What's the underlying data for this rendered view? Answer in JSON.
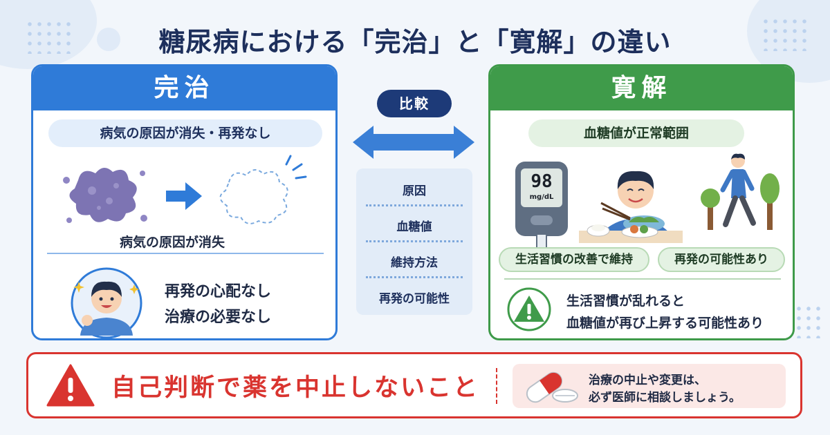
{
  "title": "糖尿病における「完治」と「寛解」の違い",
  "left_panel": {
    "heading": "完治",
    "subtitle": "病気の原因が消失・再発なし",
    "caption": "病気の原因が消失",
    "status_lines": [
      "再発の心配なし",
      "治療の必要なし"
    ],
    "accent_color": "#2f7bd8"
  },
  "compare": {
    "badge": "比較",
    "items": [
      "原因",
      "血糖値",
      "維持方法",
      "再発の可能性"
    ]
  },
  "right_panel": {
    "heading": "寛解",
    "subtitle": "血糖値が正常範囲",
    "glucose_meter": {
      "value": "98",
      "unit": "mg/dL"
    },
    "tags": [
      "生活習慣の改善で維持",
      "再発の可能性あり"
    ],
    "warning_lines": [
      "生活習慣が乱れると",
      "血糖値が再び上昇する可能性あり"
    ],
    "accent_color": "#3f9b4a"
  },
  "bottom_warning": {
    "main": "自己判断で薬を中止しないこと",
    "advice_lines": [
      "治療の中止や変更は、",
      "必ず医師に相談しましょう。"
    ],
    "accent_color": "#d9342f"
  }
}
